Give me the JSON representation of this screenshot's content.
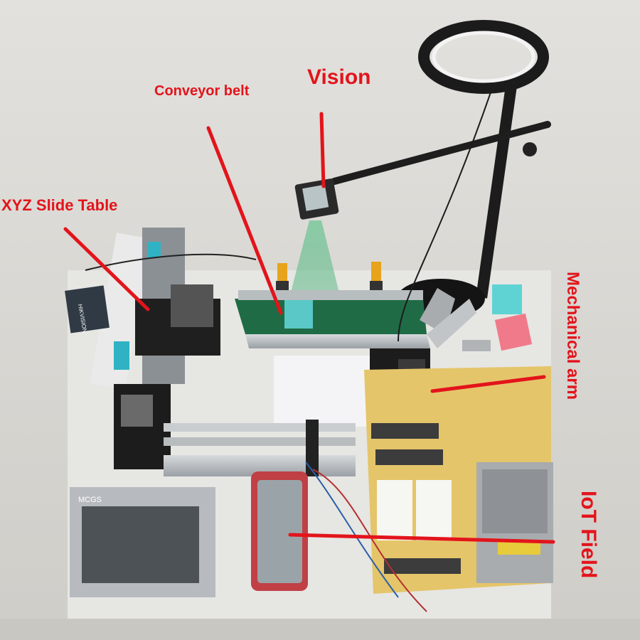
{
  "labels": {
    "vision": "Vision",
    "conveyor_belt": "Conveyor belt",
    "xyz_slide_table": "XYZ Slide Table",
    "mechanical_arm": "Mechanical arm",
    "iot_field": "IoT Field"
  },
  "device_text": {
    "hmi_brand": "MCGS",
    "sensor_box_brand": "HIKVISION"
  },
  "colors": {
    "annotation": "#e3141b",
    "belt": "#1f6b45",
    "cube_cyan": "#5fd3d4",
    "cube_pink": "#f07a8a",
    "board": "#e5c56a"
  }
}
